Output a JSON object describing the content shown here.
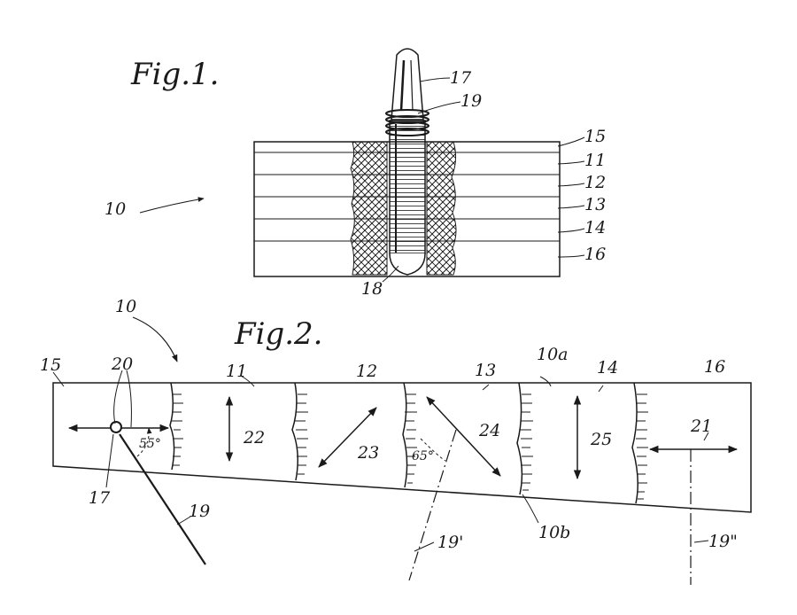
{
  "figures": {
    "fig1": {
      "title": "Fig.1."
    },
    "fig2": {
      "title": "Fig.2."
    }
  },
  "labels": {
    "assembly": "10",
    "pin": "17",
    "coil": "19",
    "layer_top": "15",
    "layer_1": "11",
    "layer_2": "12",
    "layer_3": "13",
    "layer_4": "14",
    "layer_bottom": "16",
    "pin_tip": "18",
    "assembly_fig2": "10",
    "layer_15": "15",
    "ref_20": "20",
    "layer_11": "11",
    "layer_12": "12",
    "layer_13": "13",
    "edge_10a": "10a",
    "layer_14": "14",
    "layer_16": "16",
    "pin_17": "17",
    "dir_22": "22",
    "dir_23": "23",
    "dir_24": "24",
    "dir_25": "25",
    "dir_21": "21",
    "line_19": "19",
    "line_19p": "19'",
    "edge_10b": "10b",
    "line_19pp": "19\""
  },
  "angles": {
    "angle_55": "55°",
    "angle_65": "65°"
  }
}
